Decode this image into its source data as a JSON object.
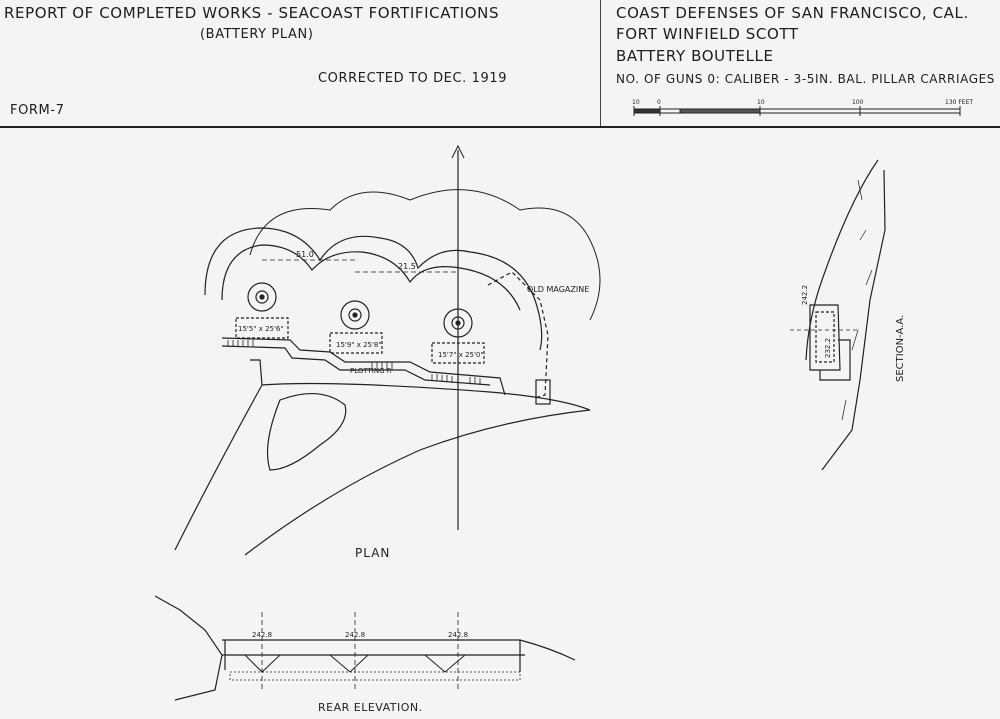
{
  "header": {
    "title": "REPORT OF COMPLETED WORKS - SEACOAST FORTIFICATIONS",
    "subtitle": "(BATTERY PLAN)",
    "corrected": "CORRECTED TO DEC. 1919",
    "form": "FORM-7",
    "coast_defenses": "COAST DEFENSES OF SAN FRANCISCO, CAL.",
    "fort": "FORT WINFIELD SCOTT",
    "battery": "BATTERY BOUTELLE",
    "guns": "No. OF GUNS 0: CALIBER - 3-5IN. BAL. PILLAR CARRIAGES"
  },
  "scale_bar": {
    "ticks": [
      "10",
      "0",
      "10",
      "100",
      "130 FEET"
    ]
  },
  "plan": {
    "label": "PLAN",
    "old_magazine": "OLD MAGAZINE",
    "plotting": "PLOTTING R",
    "dim_1": "51.0",
    "dim_2": "21.5",
    "room_1": "15'5\" x 25'6\"",
    "room_2": "15'9\" x 25'8\"",
    "room_3": "15'7\" x 25'0\""
  },
  "section": {
    "label": "SECTION-A.A.",
    "elev": "242.2",
    "elev_2": "232.2"
  },
  "rear_elevation": {
    "label": "REAR ELEVATION.",
    "elev_1": "242.8",
    "elev_2": "242.8",
    "elev_3": "242.8"
  }
}
